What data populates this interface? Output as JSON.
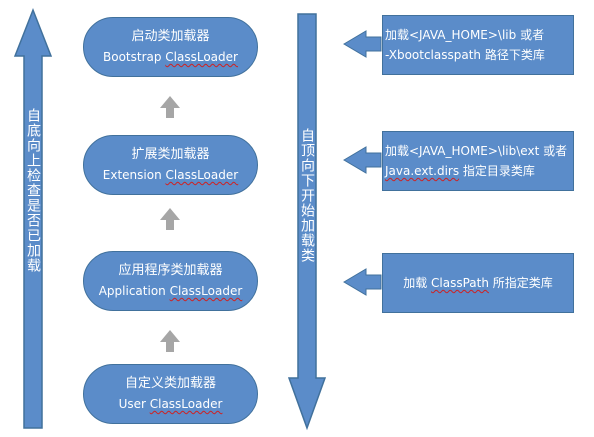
{
  "loaders": [
    {
      "zh": "启动类加载器",
      "prefix": "Bootstrap ",
      "en": "ClassLoader"
    },
    {
      "zh": "扩展类加载器",
      "prefix": "Extension ",
      "en": "ClassLoader"
    },
    {
      "zh": "应用程序类加载器",
      "prefix": "Application ",
      "en": "ClassLoader"
    },
    {
      "zh": "自定义类加载器",
      "prefix": "User ",
      "en": "ClassLoader"
    }
  ],
  "notes": [
    {
      "line1": "加载<JAVA_HOME>\\lib 或者",
      "line2": "-Xbootclasspath 路径下类库"
    },
    {
      "line1": "加载<JAVA_HOME>\\lib\\ext 或者",
      "line2a": "Java.ext.dirs",
      "line2b": " 指定目录类库"
    },
    {
      "line1": "加载 ",
      "line1b": "ClassPath",
      "line1c": " 所指定类库"
    }
  ],
  "left_arrow_label": "自底向上检查是否已加载",
  "center_arrow_label": "自顶向下开始加载类",
  "colors": {
    "fill": "#5b8cc9",
    "stroke": "#41719c",
    "small_arrow": "#a6a6a6"
  }
}
